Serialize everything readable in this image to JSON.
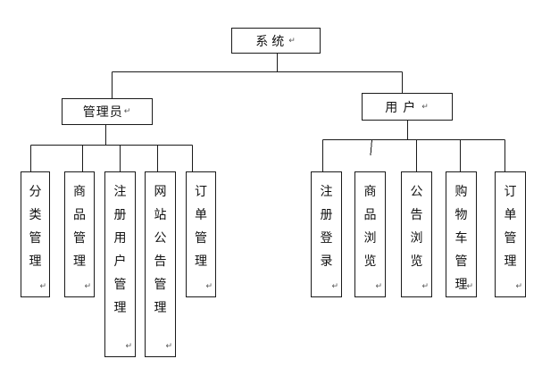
{
  "root": {
    "label": "系统"
  },
  "admin": {
    "label": "管理员",
    "children": [
      {
        "label": "分类管理"
      },
      {
        "label": "商品管理"
      },
      {
        "label": "注册用户管理"
      },
      {
        "label": "网站公告管理"
      },
      {
        "label": "订单管理"
      }
    ]
  },
  "user": {
    "label": "用户",
    "children": [
      {
        "label": "注册登录"
      },
      {
        "label": "商品浏览"
      },
      {
        "label": "公告浏览"
      },
      {
        "label": "购物车管理"
      },
      {
        "label": "订单管理"
      }
    ]
  },
  "paragraph_mark": "↵"
}
